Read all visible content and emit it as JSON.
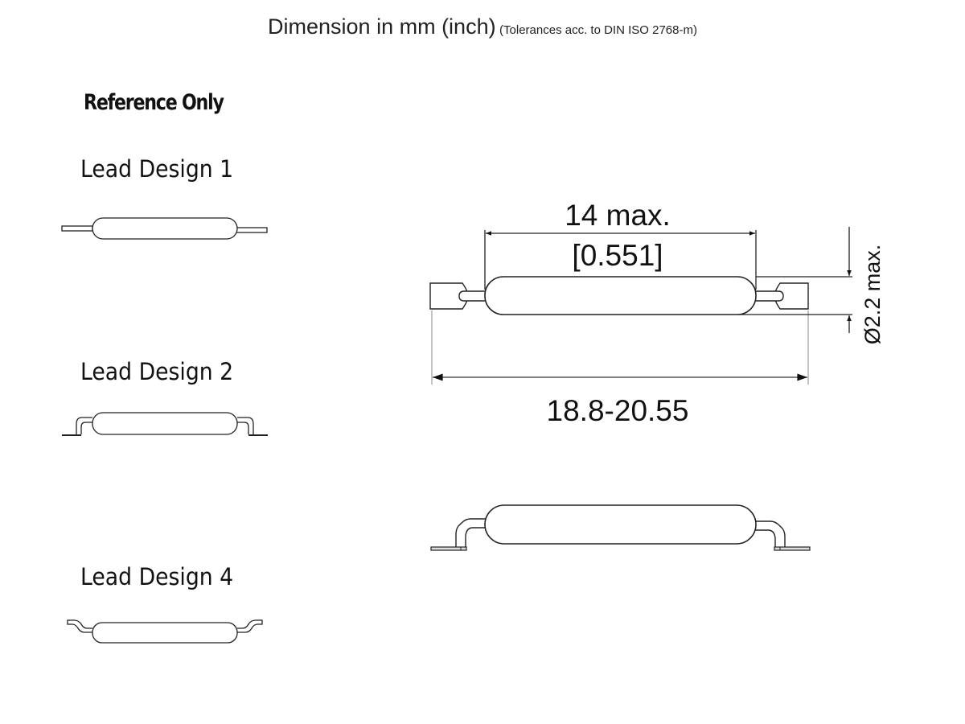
{
  "header": {
    "title": "Dimension in mm (inch)",
    "subtitle": "(Tolerances acc. to DIN ISO 2768-m)"
  },
  "reference_note": "Reference Only",
  "lead_designs": [
    {
      "label": "Lead Design 1",
      "style": "straight-axial"
    },
    {
      "label": "Lead Design 2",
      "style": "gull-wing-flat"
    },
    {
      "label": "Lead Design 4",
      "style": "s-bend"
    }
  ],
  "main_drawing": {
    "body_length": "14 max.",
    "body_length_inch": "[0.551]",
    "overall_length": "18.8-20.55",
    "diameter": "Ø2.2 max."
  },
  "colors": {
    "line": "#111111",
    "dimension_line": "#333333",
    "extension_line": "#888888",
    "background": "#ffffff"
  }
}
